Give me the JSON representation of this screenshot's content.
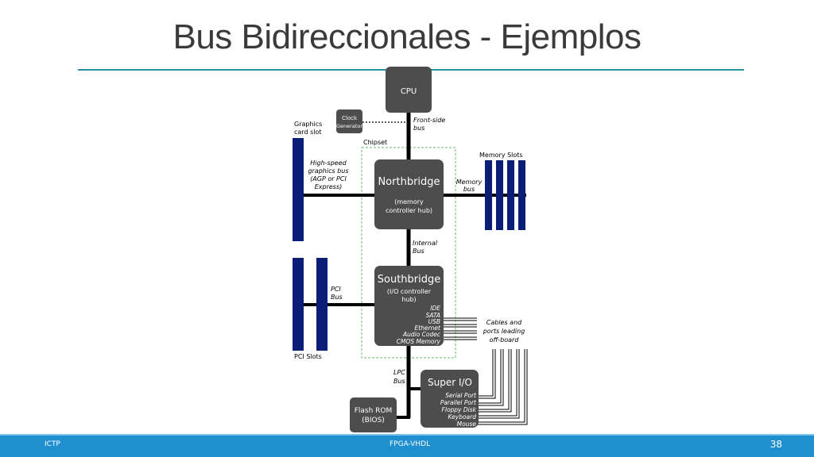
{
  "slide": {
    "title": "Bus Bidireccionales - Ejemplos",
    "footer_left": "ICTP",
    "footer_center": "FPGA-VHDL",
    "page_number": "38"
  },
  "diagram": {
    "cpu": "CPU",
    "clock_line1": "Clock",
    "clock_line2": "Generator",
    "front_side_bus_line1": "Front-side",
    "front_side_bus_line2": "bus",
    "graphics_slot_line1": "Graphics",
    "graphics_slot_line2": "card slot",
    "chipset": "Chipset",
    "memory_slots": "Memory Slots",
    "highspeed_line1": "High-speed",
    "highspeed_line2": "graphics bus",
    "highspeed_line3": "(AGP or PCI",
    "highspeed_line4": "Express)",
    "northbridge": "Northbridge",
    "northbridge_sub1": "(memory",
    "northbridge_sub2": "controller hub)",
    "memory_bus_line1": "Memory",
    "memory_bus_line2": "bus",
    "internal_bus_line1": "Internal",
    "internal_bus_line2": "Bus",
    "southbridge": "Southbridge",
    "southbridge_sub1": "(I/O controller",
    "southbridge_sub2": "hub)",
    "pci_bus_line1": "PCI",
    "pci_bus_line2": "Bus",
    "southbridge_ports": [
      "IDE",
      "SATA",
      "USB",
      "Ethernet",
      "Audio Codec",
      "CMOS Memory"
    ],
    "cables_line1": "Cables and",
    "cables_line2": "ports leading",
    "cables_line3": "off-board",
    "pci_slots": "PCI Slots",
    "lpc_bus_line1": "LPC",
    "lpc_bus_line2": "Bus",
    "super_io": "Super I/O",
    "super_io_ports": [
      "Serial Port",
      "Parallel Port",
      "Floppy Disk",
      "Keyboard",
      "Mouse"
    ],
    "flash_line1": "Flash ROM",
    "flash_line2": "(BIOS)"
  },
  "colors": {
    "box_fill": "#4d4d4d",
    "slot_fill": "#0a1e78",
    "chipset_border": "#6cb86c",
    "footer_bar": "#1f8fd0",
    "title_rule": "#2a8fa8"
  }
}
